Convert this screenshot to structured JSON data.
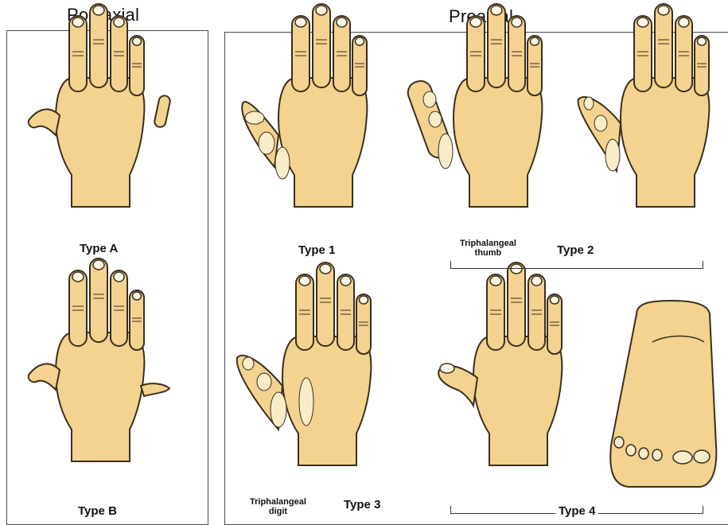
{
  "headings": {
    "postaxial": "Postaxial",
    "preaxial": "Preaxial"
  },
  "labels": {
    "type_a": "Type A",
    "type_b": "Type B",
    "type_1": "Type 1",
    "type_2": "Type 2",
    "type_3": "Type 3",
    "type_4": "Type 4"
  },
  "notes": {
    "triphalangeal_thumb_line1": "Triphalangeal",
    "triphalangeal_thumb_line2": "thumb",
    "triphalangeal_digit_line1": "Triphalangeal",
    "triphalangeal_digit_line2": "digit"
  },
  "colors": {
    "skin": "#f4d28f",
    "outline": "#3a2f1e",
    "bone": "#f8ecc9",
    "border": "#4a4a4a"
  }
}
